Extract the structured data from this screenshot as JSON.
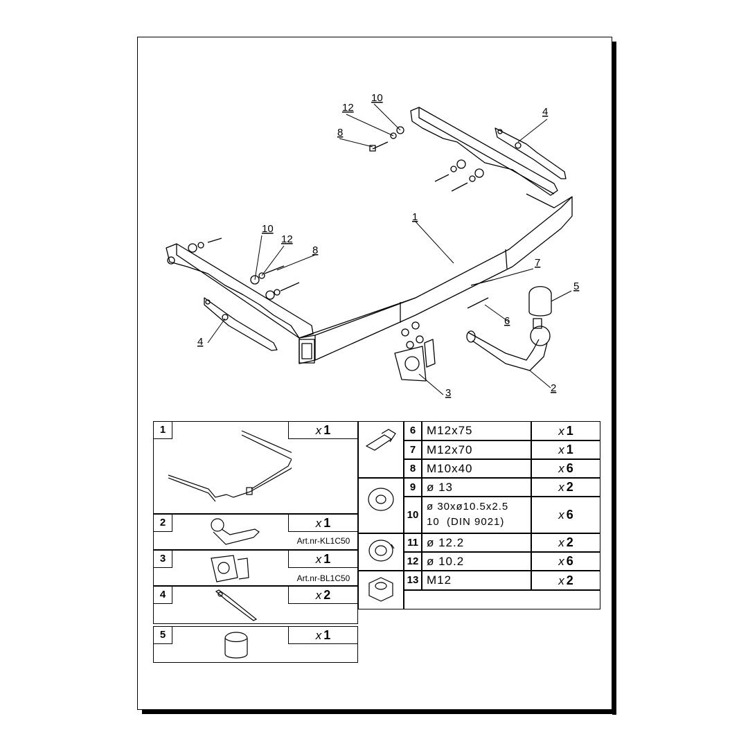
{
  "callouts": {
    "c1": "1",
    "c2": "2",
    "c3": "3",
    "c4a": "4",
    "c4b": "4",
    "c6": "6",
    "c7": "7",
    "c8a": "8",
    "c8b": "8",
    "c10a": "10",
    "c10b": "10",
    "c12a": "12",
    "c12b": "12",
    "c5": "5"
  },
  "parts_left": [
    {
      "num": "1",
      "qty_prefix": "x",
      "qty": "1",
      "art": ""
    },
    {
      "num": "2",
      "qty_prefix": "x",
      "qty": "1",
      "art": "Art.nr-KL1C50"
    },
    {
      "num": "3",
      "qty_prefix": "x",
      "qty": "1",
      "art": "Art.nr-BL1C50"
    },
    {
      "num": "4",
      "qty_prefix": "x",
      "qty": "2",
      "art": ""
    },
    {
      "num": "5",
      "qty_prefix": "x",
      "qty": "1",
      "art": ""
    }
  ],
  "parts_right": [
    {
      "num": "6",
      "spec": "M12x75",
      "qty_prefix": "x",
      "qty": "1"
    },
    {
      "num": "7",
      "spec": "M12x70",
      "qty_prefix": "x",
      "qty": "1"
    },
    {
      "num": "8",
      "spec": "M10x40",
      "qty_prefix": "x",
      "qty": "6"
    },
    {
      "num": "9",
      "spec": "ø 13",
      "qty_prefix": "x",
      "qty": "2"
    },
    {
      "num": "10",
      "spec": "ø 30xø10.5x2.5",
      "spec2": "10  (DIN 9021)",
      "qty_prefix": "x",
      "qty": "6"
    },
    {
      "num": "11",
      "spec": "ø 12.2",
      "qty_prefix": "x",
      "qty": "2"
    },
    {
      "num": "12",
      "spec": "ø 10.2",
      "qty_prefix": "x",
      "qty": "6"
    },
    {
      "num": "13",
      "spec": "M12",
      "qty_prefix": "x",
      "qty": "2"
    }
  ]
}
